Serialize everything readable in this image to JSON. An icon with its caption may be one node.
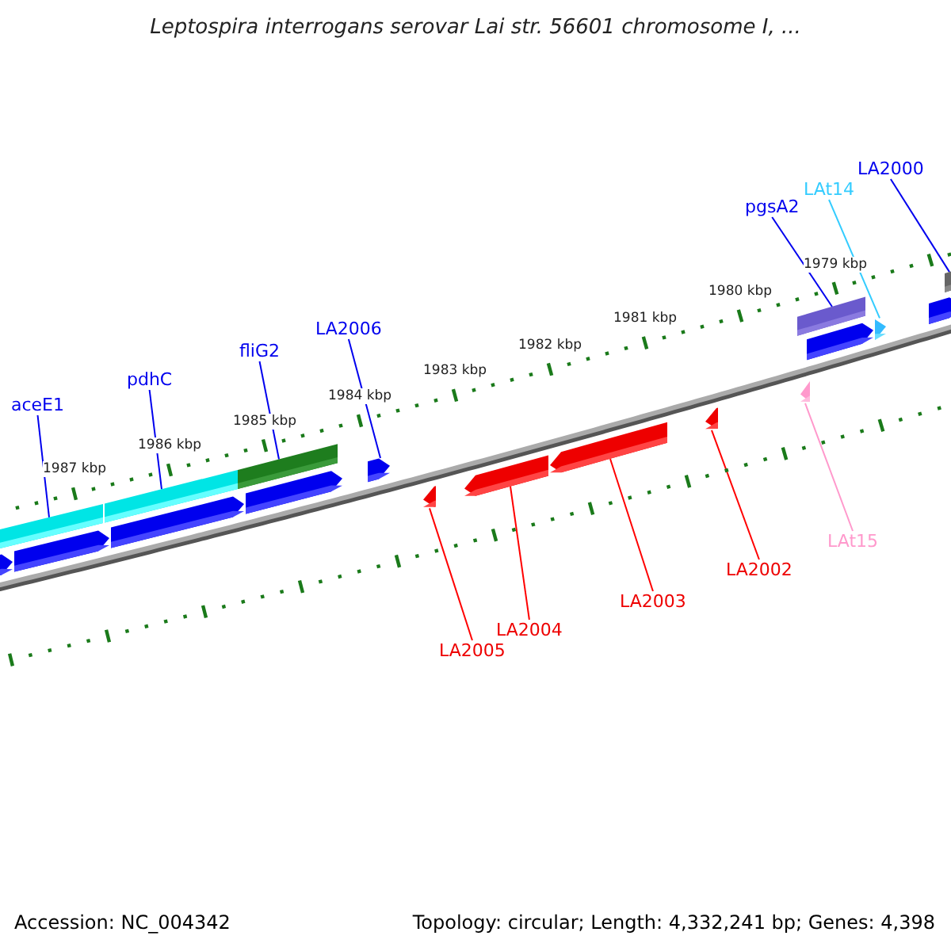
{
  "diagram": {
    "title": "Leptospira interrogans serovar Lai str. 56601 chromosome I, ...",
    "nodes": [
      {
        "text": [
          "aceE1"
        ]
      },
      {
        "text": [
          "pdhC"
        ]
      },
      {
        "text": [
          "fliG2"
        ]
      },
      {
        "text": [
          "LA2006"
        ]
      },
      {
        "text": [
          "pgsA2"
        ]
      },
      {
        "text": [
          "LAt14"
        ]
      },
      {
        "text": [
          "LA2000"
        ]
      },
      {
        "text": [
          "LA2005"
        ]
      },
      {
        "text": [
          "LA2004"
        ]
      },
      {
        "text": [
          "LA2003"
        ]
      },
      {
        "text": [
          "LA2002"
        ]
      },
      {
        "text": [
          "LAt15"
        ]
      },
      {
        "text": [],
        "shape": "bar"
      },
      {
        "text": [],
        "shape": "bar"
      },
      {
        "text": [],
        "shape": "bar"
      },
      {
        "text": [],
        "shape": "bar"
      },
      {
        "text": [],
        "shape": "bar"
      },
      {
        "text": [],
        "shape": "arrow"
      },
      {
        "text": [],
        "shape": "arrow"
      },
      {
        "text": [],
        "shape": "arrow"
      },
      {
        "text": [],
        "shape": "arrow"
      },
      {
        "text": [],
        "shape": "arrow"
      },
      {
        "text": [],
        "shape": "arrow"
      },
      {
        "text": [],
        "shape": "arrow"
      },
      {
        "text": [],
        "shape": "arrow"
      },
      {
        "text": [],
        "shape": "arrow"
      },
      {
        "text": [],
        "shape": "arrow"
      },
      {
        "text": [],
        "shape": "arrow"
      },
      {
        "text": [],
        "shape": "arrow"
      },
      {
        "text": [],
        "shape": "arrow"
      }
    ],
    "edges": [
      {
        "from": 0,
        "to": 12,
        "arrow": "none"
      },
      {
        "from": 1,
        "to": 13,
        "arrow": "none"
      },
      {
        "from": 2,
        "to": 14,
        "arrow": "none"
      },
      {
        "from": 3,
        "to": 21,
        "arrow": "none"
      },
      {
        "from": 4,
        "to": 15,
        "arrow": "none"
      },
      {
        "from": 5,
        "to": 23,
        "arrow": "none",
        "color": "#33ccff"
      },
      {
        "from": 6,
        "to": 16,
        "arrow": "none"
      },
      {
        "from": 7,
        "to": 25,
        "arrow": "none",
        "color": "#ff0000"
      },
      {
        "from": 8,
        "to": 26,
        "arrow": "none",
        "color": "#ff0000"
      },
      {
        "from": 9,
        "to": 27,
        "arrow": "none",
        "color": "#ff0000"
      },
      {
        "from": 10,
        "to": 28,
        "arrow": "none",
        "color": "#ff0000"
      },
      {
        "from": 11,
        "to": 29,
        "arrow": "none",
        "color": "#ff99cc"
      }
    ],
    "labels": [
      "1987 kbp",
      "1986 kbp",
      "1985 kbp",
      "1984 kbp",
      "1983 kbp",
      "1982 kbp",
      "1981 kbp",
      "1980 kbp",
      "1979 kbp",
      "Accession: NC_004342",
      "Topology: circular; Length: 4,332,241 bp; Genes: 4,398"
    ]
  }
}
